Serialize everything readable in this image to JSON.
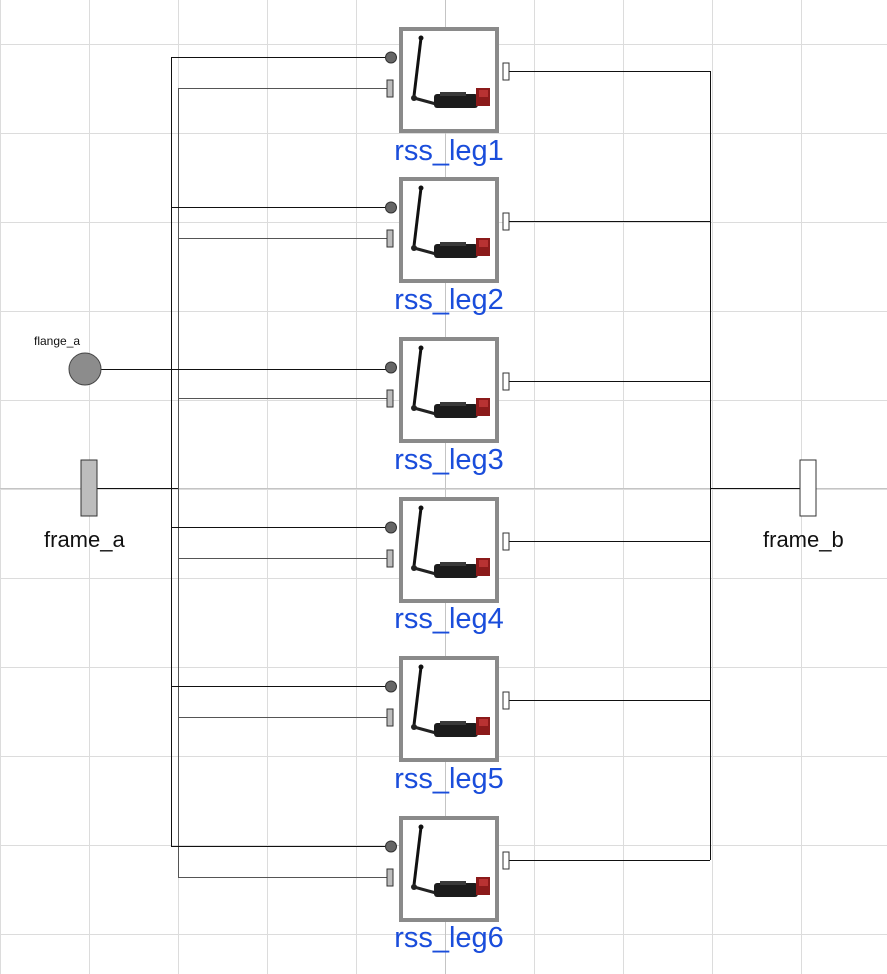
{
  "diagram": {
    "legs": [
      {
        "label": "rss_leg1"
      },
      {
        "label": "rss_leg2"
      },
      {
        "label": "rss_leg3"
      },
      {
        "label": "rss_leg4"
      },
      {
        "label": "rss_leg5"
      },
      {
        "label": "rss_leg6"
      }
    ],
    "frame_a": {
      "label": "frame_a"
    },
    "frame_b": {
      "label": "frame_b"
    },
    "flange_a": {
      "label": "flange_a"
    },
    "colors": {
      "leg_label": "#1a4ddb",
      "block_border": "#8a8a8a",
      "grid": "#dcdcdc",
      "wire": "#111111",
      "port_fill": "#bdbdbd",
      "flange_fill": "#8c8c8c",
      "cylinder_red": "#8b1a1a"
    }
  }
}
